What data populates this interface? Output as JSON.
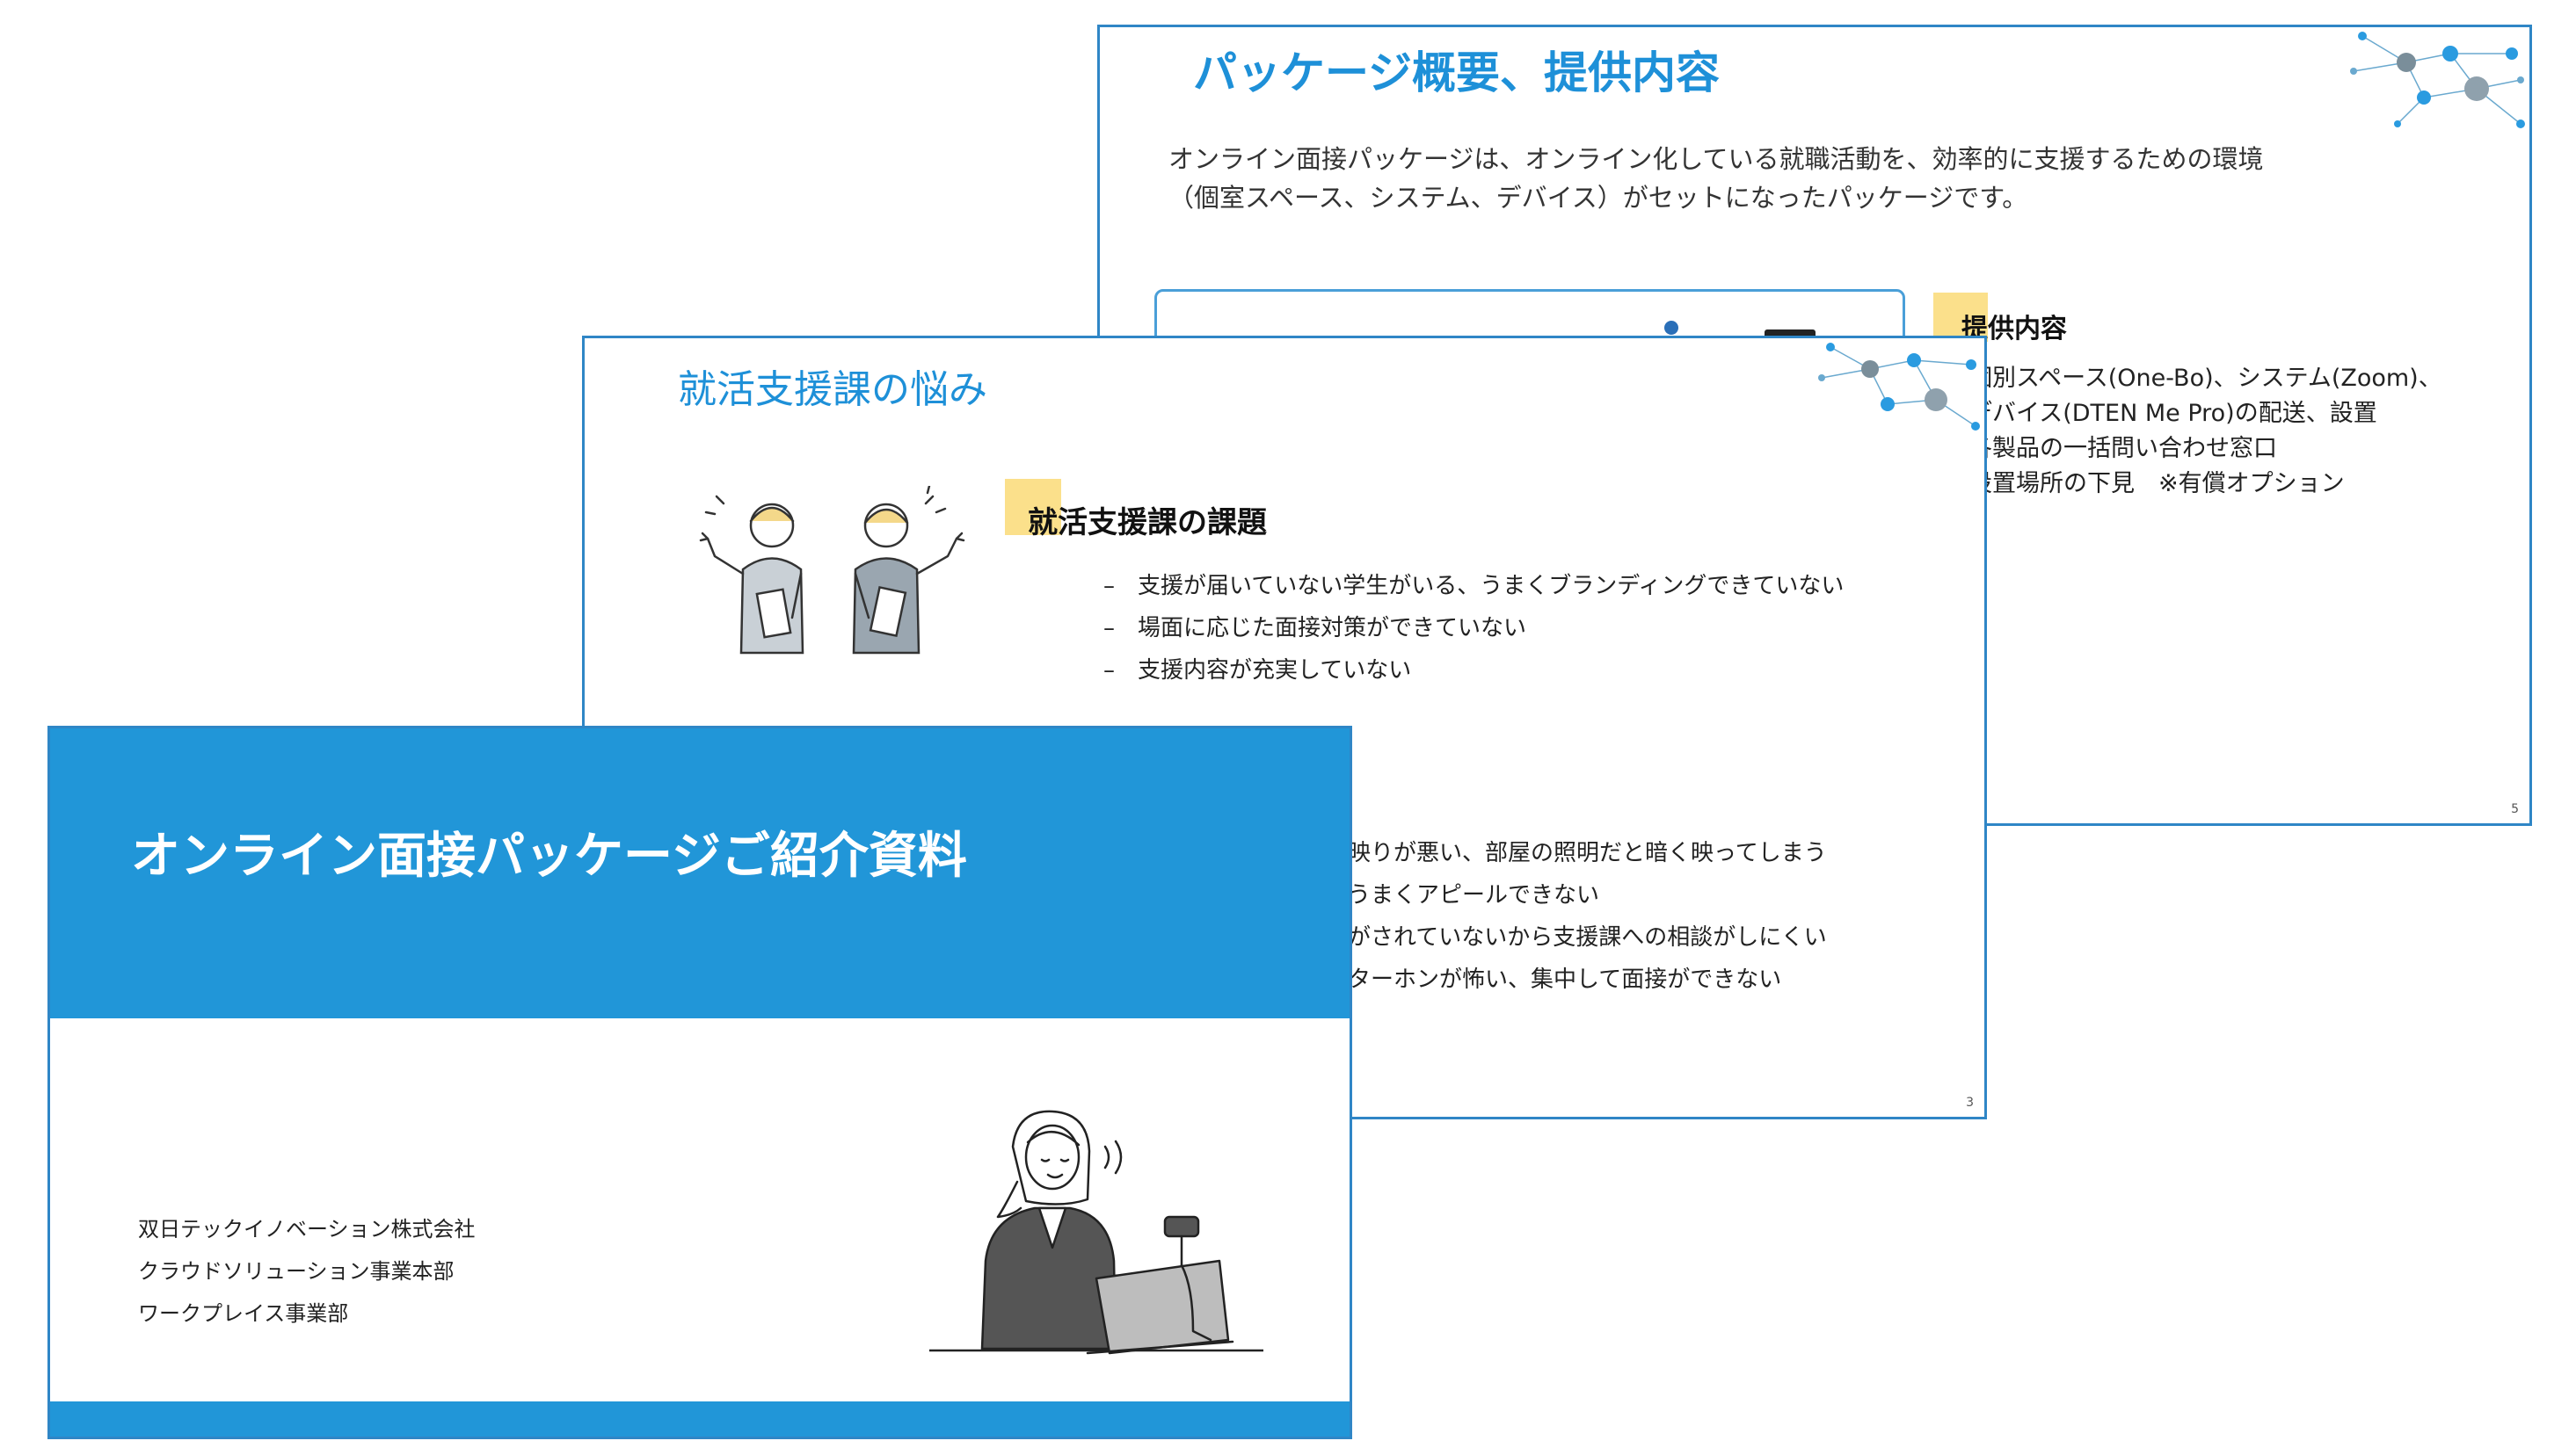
{
  "slide5": {
    "title": "パッケージ概要、提供内容",
    "intro_lines": [
      "オンライン面接パッケージは、オンライン化している就職活動を、効率的に支援するための環境",
      "（個室スペース、システム、デバイス）がセットになったパッケージです。"
    ],
    "section_title": "提供内容",
    "items": [
      "個別スペース(One-Bo)、システム(Zoom)、",
      "デバイス(DTEN Me Pro)の配送、設置",
      "各製品の一括問い合わせ窓口",
      "設置場所の下見　※有償オプション"
    ],
    "page_number": "5"
  },
  "slide3": {
    "title": "就活支援課の悩み",
    "section_title": "就活支援課の課題",
    "issues": [
      "–　支援が届いていない学生がいる、うまくブランディングできていない",
      "–　場面に応じた面接対策ができていない",
      "–　支援内容が充実していない"
    ],
    "issues_partial": [
      "映りが悪い、部屋の照明だと暗く映ってしまう",
      "うまくアピールできない",
      "がされていないから支援課への相談がしにくい",
      "ターホンが怖い、集中して面接ができない"
    ],
    "page_number": "3"
  },
  "slide1": {
    "title": "オンライン面接パッケージご紹介資料",
    "org_lines": [
      "双日テックイノベーション株式会社",
      "クラウドソリューション事業本部",
      "ワークプレイス事業部"
    ]
  },
  "colors": {
    "accent": "#2196d8",
    "title_blue": "#1e90d8",
    "highlight": "#fbe08b",
    "border": "#2f86c6"
  }
}
